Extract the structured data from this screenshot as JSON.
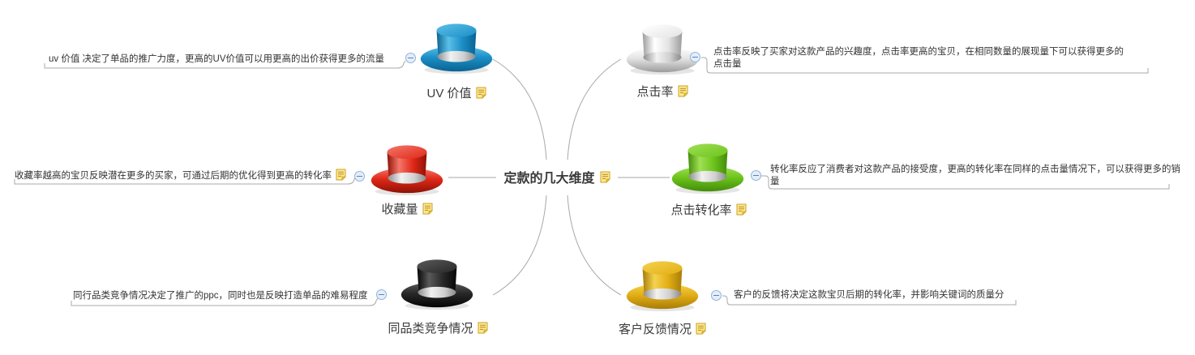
{
  "colors": {
    "background": "#ffffff",
    "connector": "#a8a8a8",
    "text": "#3a3a3a",
    "callout_text": "#333333",
    "collapse_border": "#8fb3da",
    "collapse_fill": "#e4eefa",
    "collapse_glyph": "#5a82b5",
    "note_yellow": "#ffe98c",
    "note_border": "#c9a227"
  },
  "center": {
    "label": "定款的几大维度",
    "note_icon": "note-icon"
  },
  "branches": [
    {
      "id": "uv-value",
      "label": "UV 价值",
      "hat_icon": "tophat-icon-blue",
      "hat_colors": {
        "light": "#5bc0e8",
        "main": "#1b8ec6",
        "dark": "#0a6391"
      },
      "callout": "uv 价值 决定了单品的推广力度，更高的UV价值可以用更高的出价获得更多的流量",
      "label_note_icon": "note-icon"
    },
    {
      "id": "click-rate",
      "label": "点击率",
      "hat_icon": "tophat-icon-white",
      "hat_colors": {
        "light": "#ffffff",
        "main": "#e4e4e4",
        "dark": "#9c9c9c"
      },
      "callout": "点击率反映了买家对这款产品的兴趣度，点击率更高的宝贝，在相同数量的展现量下可以获得更多的点击量",
      "label_note_icon": "note-icon"
    },
    {
      "id": "favorites",
      "label": "收藏量",
      "hat_icon": "tophat-icon-red",
      "hat_colors": {
        "light": "#f4776a",
        "main": "#e02818",
        "dark": "#8e1205"
      },
      "callout": "收藏率越高的宝贝反映潜在更多的买家，可通过后期的优化得到更高的转化率",
      "label_note_icon": "note-icon",
      "callout_note_icon": "note-icon"
    },
    {
      "id": "click-conversion",
      "label": "点击转化率",
      "hat_icon": "tophat-icon-green",
      "hat_colors": {
        "light": "#a0e055",
        "main": "#6cc41c",
        "dark": "#448c0a"
      },
      "callout": "转化率反应了消费者对这款产品的接受度，更高的转化率在同样的点击量情况下，可以获得更多的销量",
      "label_note_icon": "note-icon"
    },
    {
      "id": "competition",
      "label": "同品类竞争情况",
      "hat_icon": "tophat-icon-black",
      "hat_colors": {
        "light": "#5a5a5a",
        "main": "#282828",
        "dark": "#050505"
      },
      "callout": "同行品类竞争情况决定了推广的ppc，同时也是反映打造单品的难易程度",
      "label_note_icon": "note-icon"
    },
    {
      "id": "customer-feedback",
      "label": "客户反馈情况",
      "hat_icon": "tophat-icon-yellow",
      "hat_colors": {
        "light": "#f5d24e",
        "main": "#e2ae14",
        "dark": "#a87c08"
      },
      "callout": "客户的反馈将决定这款宝贝后期的转化率，并影响关键词的质量分",
      "label_note_icon": "note-icon"
    }
  ]
}
